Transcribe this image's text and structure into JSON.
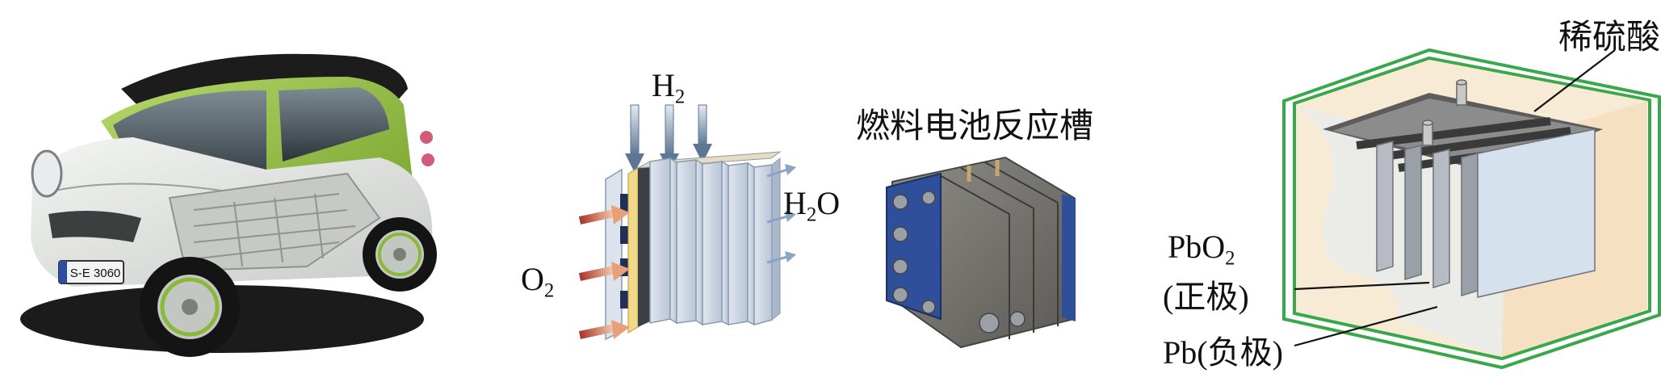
{
  "fuel_cell": {
    "h2_label": "H",
    "h2_sub": "2",
    "o2_label": "O",
    "o2_sub": "2",
    "h2o_label_a": "H",
    "h2o_sub": "2",
    "h2o_label_b": "O",
    "tank_label": "燃料电池反应槽"
  },
  "car": {
    "plate": "S-E 3060"
  },
  "battery": {
    "electrolyte_label": "稀硫酸",
    "positive_a": "PbO",
    "positive_sub": "2",
    "positive_b": "(正极)",
    "negative": "Pb(负极)"
  },
  "colors": {
    "car_green": "#8ab83a",
    "battery_outline": "#3aa84a",
    "cell_plate": "#c9ccd3",
    "fuel_blue": "#6f87a8",
    "oxygen_arrow": "#c0392b"
  }
}
